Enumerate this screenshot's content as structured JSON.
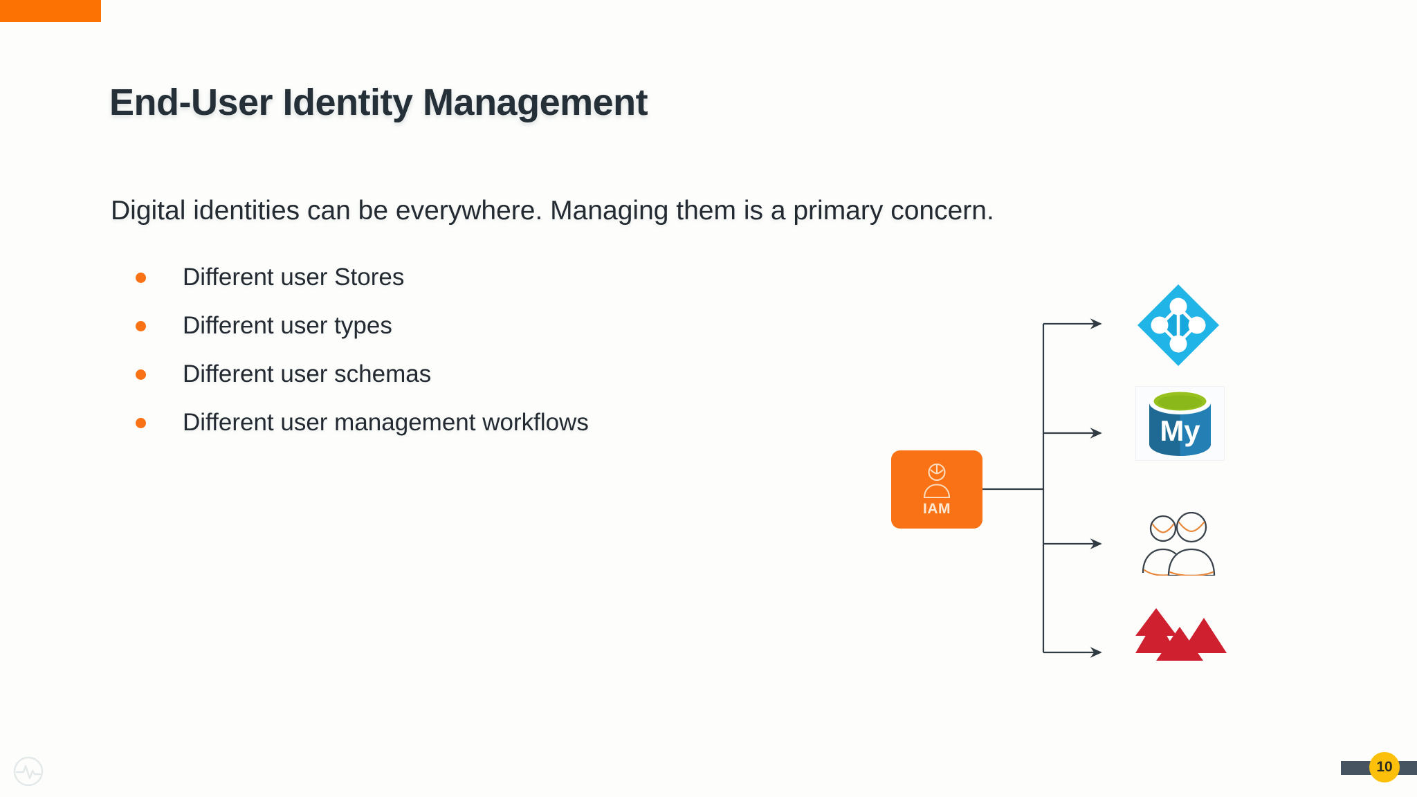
{
  "slide": {
    "title": "End-User Identity Management",
    "subtitle": "Digital identities can be everywhere. Managing them is a primary concern.",
    "bullets": [
      {
        "text": "Different user Stores"
      },
      {
        "text": "Different user types"
      },
      {
        "text": "Different user schemas"
      },
      {
        "text": "Different user management workflows"
      }
    ],
    "page_number": "10",
    "accent_color": "#fc7303",
    "bullet_color": "#f97316",
    "title_color": "#252f38",
    "page_badge_color": "#fcc00b",
    "page_bar_color": "#465462"
  },
  "diagram": {
    "source": {
      "label": "IAM",
      "icon": "user-person-icon",
      "color": "#f97316"
    },
    "targets": [
      {
        "name": "azure-active-directory",
        "icon": "azure-active-directory-icon",
        "color": "#21b4e6"
      },
      {
        "name": "mysql-database",
        "icon": "mysql-database-icon",
        "color": "#1f6a94",
        "accent_color": "#96c11f",
        "label": "My"
      },
      {
        "name": "user-group",
        "icon": "users-group-icon",
        "color": "#39424a",
        "accent_color": "#e8873a"
      },
      {
        "name": "red-mountains",
        "icon": "red-mountains-icon",
        "color": "#cf2030"
      }
    ],
    "connector_color": "#2f3a42"
  },
  "footer": {
    "logo": "pulse-circle-logo"
  }
}
